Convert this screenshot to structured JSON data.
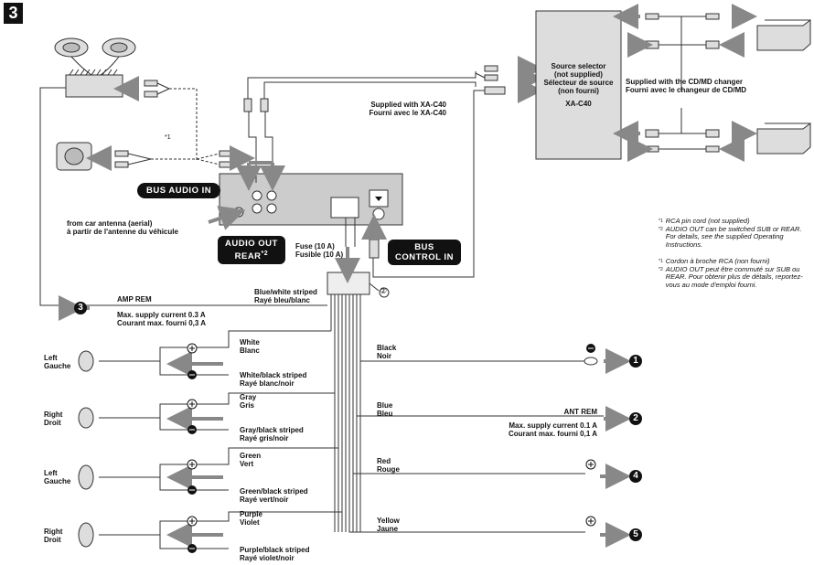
{
  "figure_number": "3",
  "source_selector": {
    "line1": "Source selector",
    "line2": "(not supplied)",
    "line3": "Sélecteur de source",
    "line4": "(non fourni)",
    "model": "XA-C40"
  },
  "supplied_xa_c40": {
    "en": "Supplied with XA-C40",
    "fr": "Fourni avec le XA-C40"
  },
  "supplied_changer": {
    "en": "Supplied with the CD/MD changer",
    "fr": "Fourni avec le changeur de CD/MD"
  },
  "bus_audio_in": "BUS AUDIO IN",
  "audio_out_rear": {
    "line1": "AUDIO OUT",
    "line2": "REAR",
    "note": "*2"
  },
  "bus_control_in": {
    "line1": "BUS",
    "line2": "CONTROL IN"
  },
  "star1": "*1",
  "antenna": {
    "en": "from car antenna (aerial)",
    "fr": "à partir de l'antenne du véhicule"
  },
  "fuse": {
    "en": "Fuse (10 A)",
    "fr": "Fusible (10 A)"
  },
  "connector_marker": "②",
  "amp_rem": {
    "label": "AMP REM",
    "number": "3",
    "current_en": "Max. supply current 0.3 A",
    "current_fr": "Courant max. fourni 0,3 A",
    "wire_en": "Blue/white striped",
    "wire_fr": "Rayé bleu/blanc"
  },
  "speakers": [
    {
      "side_en": "Left",
      "side_fr": "Gauche",
      "pos_en": "White",
      "pos_fr": "Blanc",
      "neg_en": "White/black striped",
      "neg_fr": "Rayé blanc/noir"
    },
    {
      "side_en": "Right",
      "side_fr": "Droit",
      "pos_en": "Gray",
      "pos_fr": "Gris",
      "neg_en": "Gray/black striped",
      "neg_fr": "Rayé gris/noir"
    },
    {
      "side_en": "Left",
      "side_fr": "Gauche",
      "pos_en": "Green",
      "pos_fr": "Vert",
      "neg_en": "Green/black striped",
      "neg_fr": "Rayé vert/noir"
    },
    {
      "side_en": "Right",
      "side_fr": "Droit",
      "pos_en": "Purple",
      "pos_fr": "Violet",
      "neg_en": "Purple/black striped",
      "neg_fr": "Rayé violet/noir"
    }
  ],
  "power_wires": [
    {
      "en": "Black",
      "fr": "Noir",
      "number": "1"
    },
    {
      "en": "Blue",
      "fr": "Bleu",
      "number": "2",
      "label": "ANT REM",
      "current_en": "Max. supply current 0.1 A",
      "current_fr": "Courant max. fourni 0,1 A"
    },
    {
      "en": "Red",
      "fr": "Rouge",
      "number": "4"
    },
    {
      "en": "Yellow",
      "fr": "Jaune",
      "number": "5"
    }
  ],
  "notes": [
    {
      "mark": "*1",
      "text": "RCA pin cord (not supplied)"
    },
    {
      "mark": "*2",
      "text": "AUDIO OUT can be switched SUB or REAR. For details, see the supplied Operating Instructions."
    },
    {
      "mark": "*1",
      "text": "Cordon à broche RCA (non fourni)"
    },
    {
      "mark": "*2",
      "text": "AUDIO OUT peut être commuté sur SUB ou REAR. Pour obtenir plus de détails, reportez-vous au mode d'emploi fourni."
    }
  ]
}
